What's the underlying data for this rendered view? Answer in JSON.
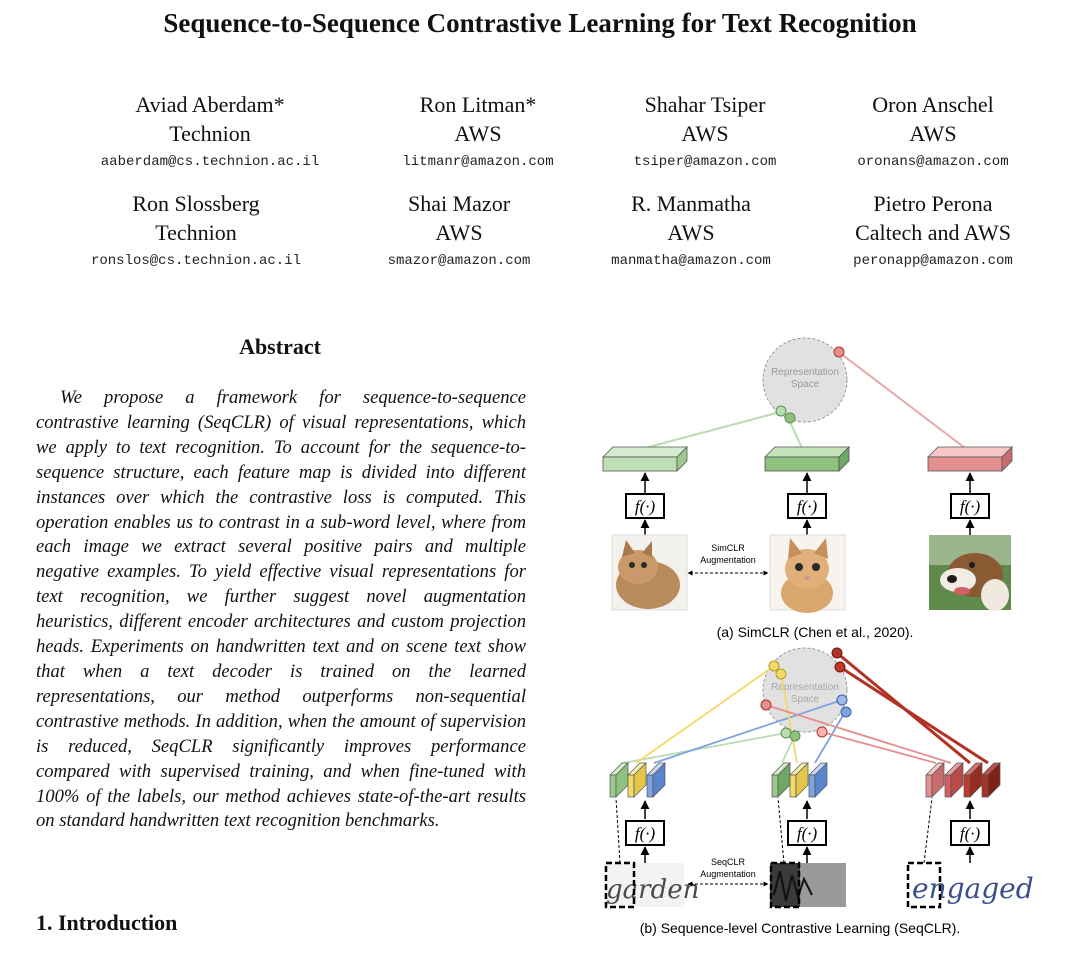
{
  "title": "Sequence-to-Sequence Contrastive Learning for Text Recognition",
  "authors": [
    {
      "name": "Aviad Aberdam*",
      "affiliation": "Technion",
      "email": "aaberdam@cs.technion.ac.il"
    },
    {
      "name": "Ron Litman*",
      "affiliation": "AWS",
      "email": "litmanr@amazon.com"
    },
    {
      "name": "Shahar Tsiper",
      "affiliation": "AWS",
      "email": "tsiper@amazon.com"
    },
    {
      "name": "Oron Anschel",
      "affiliation": "AWS",
      "email": "oronans@amazon.com"
    },
    {
      "name": "Ron Slossberg",
      "affiliation": "Technion",
      "email": "ronslos@cs.technion.ac.il"
    },
    {
      "name": "Shai Mazor",
      "affiliation": "AWS",
      "email": "smazor@amazon.com"
    },
    {
      "name": "R. Manmatha",
      "affiliation": "AWS",
      "email": "manmatha@amazon.com"
    },
    {
      "name": "Pietro Perona",
      "affiliation": "Caltech and AWS",
      "email": "peronapp@amazon.com"
    }
  ],
  "abstract": {
    "heading": "Abstract",
    "text": "We propose a framework for sequence-to-sequence contrastive learning (SeqCLR) of visual representations, which we apply to text recognition. To account for the sequence-to-sequence structure, each feature map is divided into different instances over which the contrastive loss is computed. This operation enables us to contrast in a sub-word level, where from each image we extract several positive pairs and multiple negative examples. To yield effective visual representations for text recognition, we further suggest novel augmentation heuristics, different encoder architectures and custom projection heads. Experiments on handwritten text and on scene text show that when a text decoder is trained on the learned representations, our method outperforms non-sequential contrastive methods. In addition, when the amount of supervision is reduced, SeqCLR significantly improves performance compared with supervised training, and when fine-tuned with 100% of the labels, our method achieves state-of-the-art results on standard handwritten text recognition benchmarks."
  },
  "section": {
    "heading": "1. Introduction"
  },
  "figure": {
    "rep_space_line1": "Representation",
    "rep_space_line2": "Space",
    "f_label": "f(·)",
    "aug_a_line1": "SimCLR",
    "aug_a_line2": "Augmentation",
    "aug_b_line1": "SeqCLR",
    "aug_b_line2": "Augmentation",
    "caption_a": "(a) SimCLR (Chen et al., 2020).",
    "caption_b": "(b) Sequence-level Contrastive Learning (SeqCLR).",
    "words": [
      "garden",
      "engaged"
    ],
    "colors": {
      "green": "#9fcf8f",
      "green_dark": "#6fa865",
      "red": "#e48f8f",
      "red_dark": "#b23124",
      "yellow": "#f2d96a",
      "blue": "#7ea3e0",
      "sphere": "#dcdcdc"
    }
  }
}
